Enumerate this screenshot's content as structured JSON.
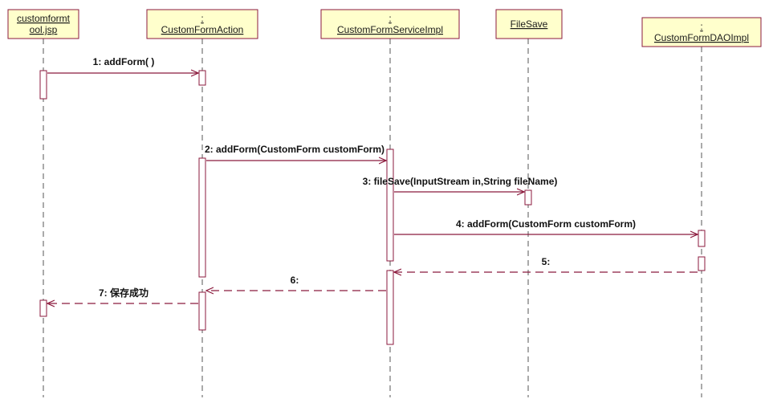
{
  "diagram_type": "UML sequence diagram",
  "colors": {
    "object_fill": "#ffffcc",
    "object_border": "#8b1a3d",
    "lifeline": "#555555",
    "activation_fill": "#ffffff",
    "activation_border": "#8b1a3d",
    "message": "#8b1a3d",
    "text": "#111111"
  },
  "participants": [
    {
      "id": "jsp",
      "prefix": "",
      "name_lines": [
        "customformt",
        "ool.jsp"
      ]
    },
    {
      "id": "action",
      "prefix": ":",
      "name_lines": [
        "CustomFormAction"
      ]
    },
    {
      "id": "service",
      "prefix": ":",
      "name_lines": [
        "CustomFormServiceImpl"
      ]
    },
    {
      "id": "filesave",
      "prefix": "",
      "name_lines": [
        "FileSave"
      ]
    },
    {
      "id": "dao",
      "prefix": ":",
      "name_lines": [
        "CustomFormDAOImpl"
      ]
    }
  ],
  "messages": [
    {
      "from": "jsp",
      "to": "action",
      "kind": "call",
      "label": "1: addForm( )"
    },
    {
      "from": "action",
      "to": "service",
      "kind": "call",
      "label": "2: addForm(CustomForm customForm)"
    },
    {
      "from": "service",
      "to": "filesave",
      "kind": "call",
      "label": "3: fileSave(InputStream in,String fileName)"
    },
    {
      "from": "service",
      "to": "dao",
      "kind": "call",
      "label": "4: addForm(CustomForm customForm)"
    },
    {
      "from": "dao",
      "to": "service",
      "kind": "return",
      "label": "5:"
    },
    {
      "from": "service",
      "to": "action",
      "kind": "return",
      "label": "6:"
    },
    {
      "from": "action",
      "to": "jsp",
      "kind": "return",
      "label": "7: 保存成功"
    }
  ]
}
